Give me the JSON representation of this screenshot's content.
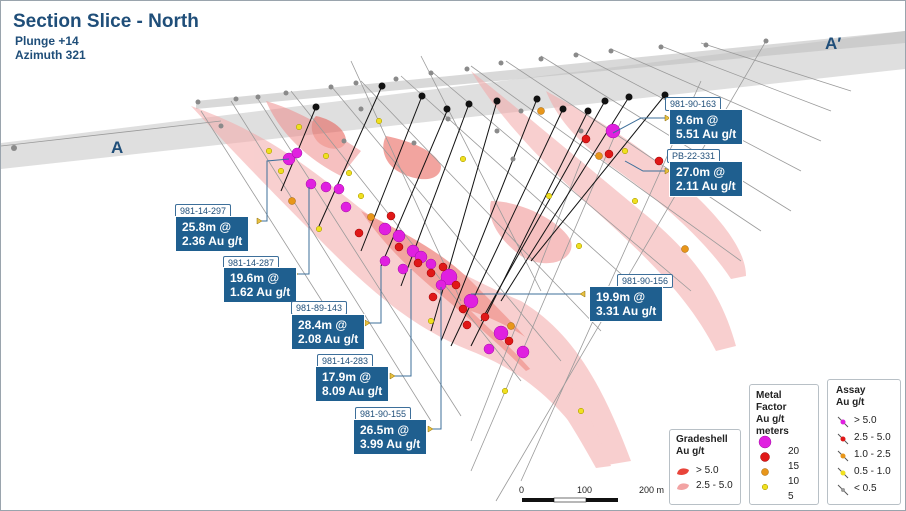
{
  "header": {
    "title": "Section Slice - North",
    "plunge": "Plunge +14",
    "azimuth": "Azimuth 321"
  },
  "section_labels": {
    "left": "A",
    "right": "A′"
  },
  "callouts": [
    {
      "hole": "981-90-163",
      "length": "9.6m @",
      "grade": "5.51 Au g/t"
    },
    {
      "hole": "PB-22-331",
      "length": "27.0m @",
      "grade": "2.11 Au g/t"
    },
    {
      "hole": "981-14-297",
      "length": "25.8m @",
      "grade": "2.36 Au g/t"
    },
    {
      "hole": "981-14-287",
      "length": "19.6m @",
      "grade": "1.62 Au g/t"
    },
    {
      "hole": "981-89-143",
      "length": "28.4m @",
      "grade": "2.08 Au g/t"
    },
    {
      "hole": "981-90-156",
      "length": "19.9m @",
      "grade": "3.31 Au g/t"
    },
    {
      "hole": "981-14-283",
      "length": "17.9m @",
      "grade": "8.09 Au g/t"
    },
    {
      "hole": "981-90-155",
      "length": "26.5m @",
      "grade": "3.99 Au g/t"
    }
  ],
  "legend_gradeshell": {
    "title1": "Gradeshell",
    "title2": "Au g/t",
    "items": [
      {
        "label": "> 5.0",
        "color": "#e8443a"
      },
      {
        "label": "2.5 - 5.0",
        "color": "#f2a3a3"
      }
    ]
  },
  "legend_metal": {
    "title1": "Metal Factor",
    "title2": "Au g/t",
    "title3": "meters",
    "items": [
      {
        "label": "20",
        "color": "#e020e0"
      },
      {
        "label": "15",
        "color": "#e01818"
      },
      {
        "label": "10",
        "color": "#e8961a"
      },
      {
        "label": "5",
        "color": "#f0e020"
      }
    ]
  },
  "legend_assay": {
    "title1": "Assay",
    "title2": "Au g/t",
    "items": [
      {
        "label": "> 5.0",
        "color": "#e020e0"
      },
      {
        "label": "2.5 - 5.0",
        "color": "#e01818"
      },
      {
        "label": "1.0 - 2.5",
        "color": "#e8961a"
      },
      {
        "label": "0.5 - 1.0",
        "color": "#f0e020"
      },
      {
        "label": "< 0.5",
        "color": "#999999"
      }
    ]
  },
  "scale_bar": {
    "labels": [
      "0",
      "100",
      "200 m"
    ]
  },
  "colors": {
    "title": "#1f4e79",
    "callout_box": "#1f5f8f",
    "section_band": "#d8d8d8",
    "drill_trace": "#9a9a9a",
    "black_collar": "#111111"
  }
}
